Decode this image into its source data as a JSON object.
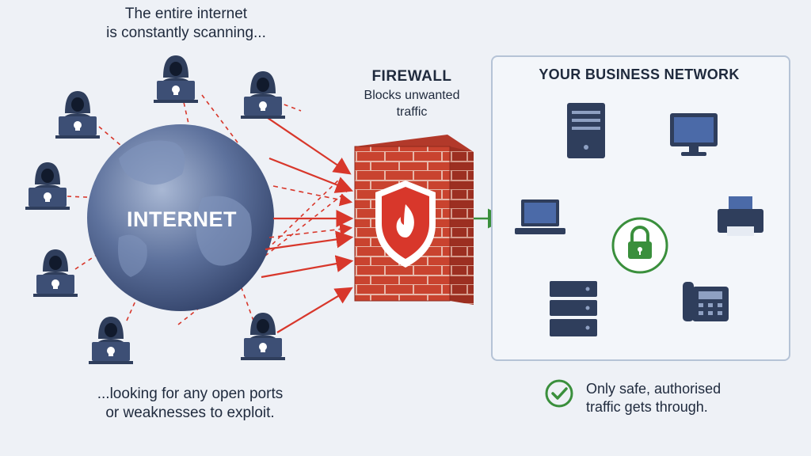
{
  "top_caption": {
    "line1": "The entire internet",
    "line2": "is constantly scanning..."
  },
  "bottom_caption": {
    "line1": "...looking for any open ports",
    "line2": "or weaknesses to exploit."
  },
  "internet_label": "INTERNET",
  "firewall": {
    "title": "FIREWALL",
    "subtitle_line1": "Blocks unwanted",
    "subtitle_line2": "traffic"
  },
  "network": {
    "title": "YOUR BUSINESS NETWORK"
  },
  "note": {
    "line1": "Only safe, authorised",
    "line2": "traffic gets through."
  },
  "colors": {
    "background": "#eef1f6",
    "attack_arrow": "#d8372b",
    "safe_link": "#3a8f3c",
    "brick": "#c9432f",
    "device": "#2f3e5c",
    "globe": "#4a5f8a"
  },
  "icons": [
    "hacker-icon",
    "globe-icon",
    "brick-wall-icon",
    "shield-flame-icon",
    "server-tower-icon",
    "monitor-icon",
    "laptop-icon",
    "printer-icon",
    "lock-icon",
    "server-rack-icon",
    "desk-phone-icon",
    "checkmark-icon"
  ]
}
